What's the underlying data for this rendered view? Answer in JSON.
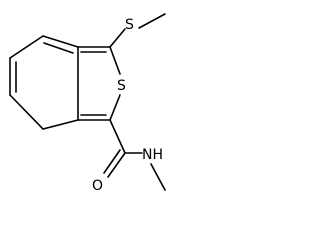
{
  "structure": {
    "atoms": {
      "methylthio_s": "S",
      "ring_s": "S",
      "carbonyl_o": "O",
      "amide_nh": "NH"
    }
  }
}
